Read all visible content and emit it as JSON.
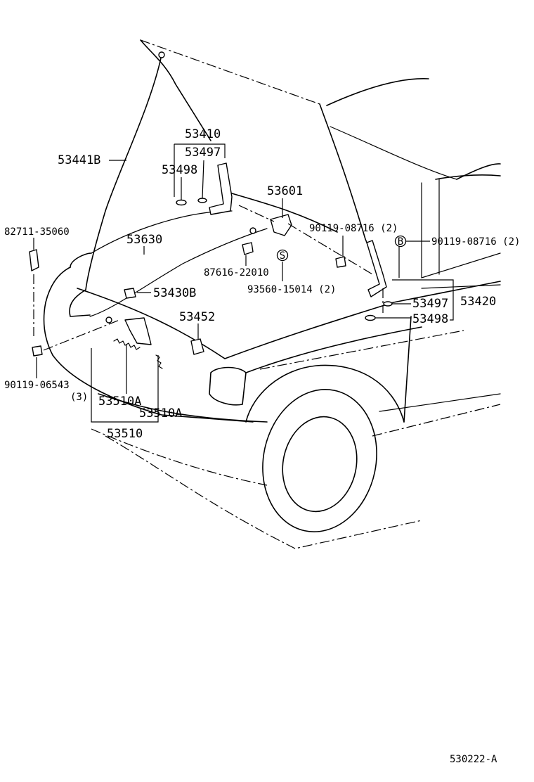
{
  "diagram": {
    "labels": {
      "hood_support_rod": "53441B",
      "hood_hinge_assy": "53410",
      "hinge_washer_a_left": "53497",
      "hinge_washer_b_left": "53498",
      "hood_lock_assy": "53601",
      "release_cable": "53630",
      "clip_82711": "82711-35060",
      "cable_clamp": "87616-22010",
      "bolt_90119_upper": "90119-08716 (2)",
      "bolt_90119_b_ref": "90119-08716 (2)",
      "spring_nut_s_ref": "93560-15014 (2)",
      "cushion_53430b": "53430B",
      "hinge_washer_a_right": "53497",
      "hood_hinge_right": "53420",
      "hinge_washer_b_right": "53498",
      "hood_bumper": "53452",
      "bolt_90119_lower": "90119-06543",
      "bolt_90119_lower_qty": "(3)",
      "lock_spring_a1": "53510A",
      "lock_spring_a2": "53510A",
      "hood_lock_sub_assy": "53510",
      "figure_number": "530222-A"
    },
    "callout_letters": {
      "b_marker": "B",
      "s_marker": "S"
    }
  }
}
